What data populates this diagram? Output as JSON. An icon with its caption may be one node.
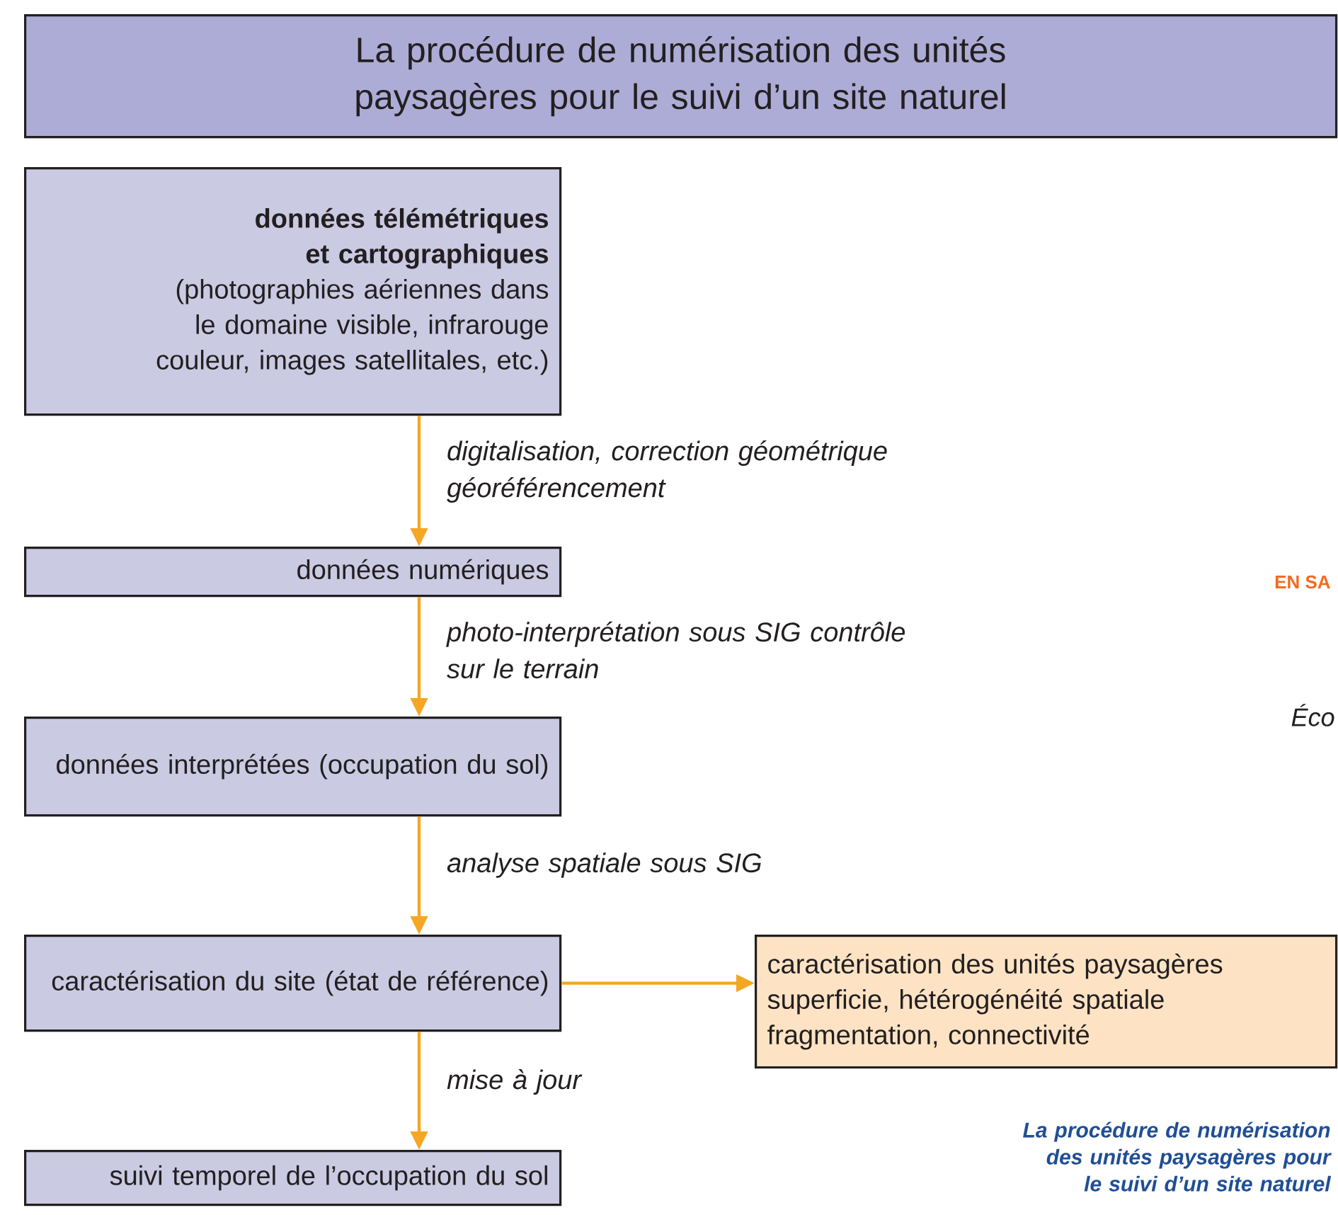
{
  "diagram": {
    "title": "La procédure de numérisation des unités paysagères pour le suivi d’un site naturel",
    "caption": "La procédure de numérisation des unités paysagères pour le suivi d’un site naturel",
    "nodes": [
      {
        "text": [
          "données télémétriques et cartographiques",
          "(photographies aériennes dans le domaine visible, infrarouge couleur, images satellitales, etc.)"
        ]
      },
      {
        "text": [
          "données numériques"
        ]
      },
      {
        "text": [
          "données interprétées (occupation du sol)"
        ]
      },
      {
        "text": [
          "caractérisation du site (état de référence)"
        ]
      },
      {
        "text": [
          "caractérisation des unités paysagères",
          "superficie, hétérogénéité spatiale fragmentation, connectivité"
        ]
      },
      {
        "text": [
          "suivi temporel de l’occupation du sol"
        ]
      }
    ],
    "edges": [
      {
        "from": 0,
        "to": 1,
        "arrow": "to",
        "label": "digitalisation, correction géométrique géoréférencement"
      },
      {
        "from": 1,
        "to": 2,
        "arrow": "to",
        "label": "photo-interprétation sous SIG contrôle sur le terrain"
      },
      {
        "from": 2,
        "to": 3,
        "arrow": "to",
        "label": "analyse spatiale sous SIG"
      },
      {
        "from": 3,
        "to": 4,
        "arrow": "to"
      },
      {
        "from": 3,
        "to": 5,
        "arrow": "to",
        "label": "mise à jour"
      }
    ],
    "labels": [
      "EN SA",
      "Éco"
    ]
  }
}
